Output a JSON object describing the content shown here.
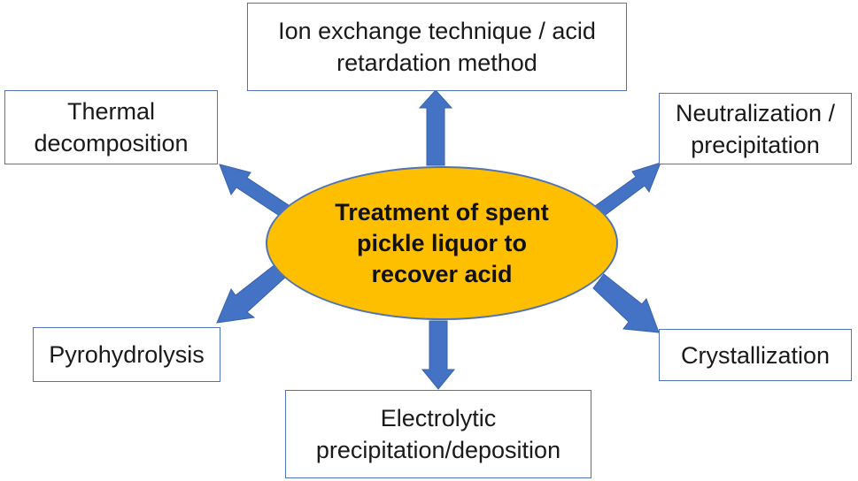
{
  "center": {
    "label": "Treatment of spent pickle liquor to recover acid"
  },
  "methods": {
    "ion_exchange": "Ion exchange technique / acid retardation method",
    "thermal": "Thermal decomposition",
    "neutralization": "Neutralization / precipitation",
    "pyrohydrolysis": "Pyrohydrolysis",
    "crystallization": "Crystallization",
    "electrolytic": "Electrolytic precipitation/deposition"
  },
  "colors": {
    "ellipse_fill": "#fdbf00",
    "arrow_fill": "#4472c4",
    "border": "#4f73b5"
  }
}
